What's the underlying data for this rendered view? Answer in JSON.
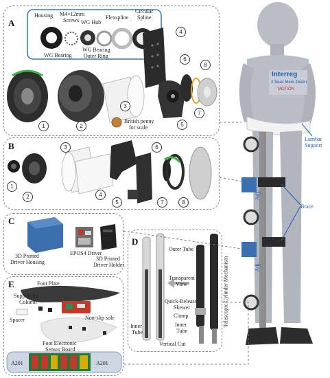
{
  "panels": {
    "a": {
      "label": "A",
      "parts": {
        "housing": "Housing",
        "screws_line1": "M4×12mm",
        "screws_line2": "Screws",
        "wg_hub": "WG Hub",
        "flexspline": "Flexspline",
        "circular_line1": "Circular",
        "circular_line2": "Spline",
        "wg_bearing": "WG Bearing",
        "wg_bearing_outer_line1": "WG Bearing",
        "wg_bearing_outer_line2": "Outer Ring",
        "penny_line1": "British penny",
        "penny_line2": "for scale"
      },
      "numbers": [
        "1",
        "2",
        "3",
        "4",
        "5",
        "6",
        "7",
        "8"
      ]
    },
    "b": {
      "label": "B",
      "numbers": [
        "1",
        "2",
        "3",
        "4",
        "5",
        "6",
        "7",
        "8"
      ]
    },
    "c": {
      "label": "C",
      "housing_line1": "3D Printed",
      "housing_line2": "Driver Housing",
      "driver": "EPOS4 Driver",
      "holder_line1": "3D Printed",
      "holder_line2": "Driver Holder"
    },
    "d": {
      "label": "D",
      "outer_tube": "Outer Tube",
      "transparent_line1": "Transparent",
      "transparent_line2": "View",
      "skewer_line1": "Quick-Release",
      "skewer_line2": "Skewer",
      "clamp": "Clamp",
      "inner_tube_right_line1": "Inner",
      "inner_tube_right_line2": "Tube",
      "inner_tube_left_line1": "Inner",
      "inner_tube_left_line2": "Tube",
      "vertical_cut": "Vertical Cut",
      "mechanism": "Telescopic Cylinder Mechanism"
    },
    "e": {
      "label": "E",
      "foot_plate": "Foot Plate",
      "column_line1": "Supporting",
      "column_line2": "Column",
      "spacer": "Spacer",
      "sole": "Non-slip sole",
      "board_line1": "Foot Electronic",
      "board_line2": "Sensor Board",
      "chip_left": "A201",
      "chip_right": "A201"
    }
  },
  "figure": {
    "badge_line1": "Interreg",
    "badge_line2": "2 Seas Mers Zeeën",
    "badge_line3": "MOTION",
    "lumbar_line1": "Lumbar",
    "lumbar_line2": "Support",
    "brace": "Brace",
    "adj_upper": "Adj.",
    "adj_lower": "Adj."
  },
  "colors": {
    "panel_border": "#888888",
    "blue_label": "#1a5fb4",
    "callout_box": "#2f78c4",
    "mannequin": "#b9bdc6",
    "driver_blue": "#3c6fae"
  }
}
